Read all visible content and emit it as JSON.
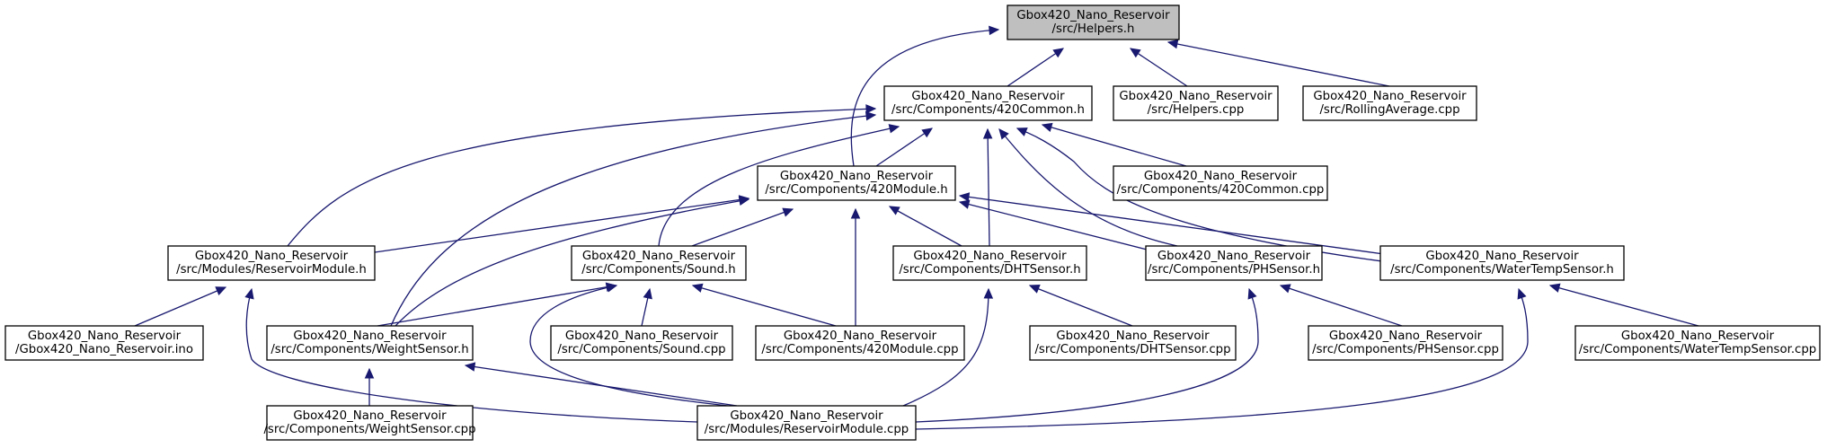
{
  "diagram": {
    "type": "include-dependency-graph",
    "colors": {
      "edge": "#191970",
      "root_fill": "#bfbfbf",
      "node_fill": "#ffffff",
      "border": "#000000"
    },
    "nodes": [
      {
        "id": "helpers_h",
        "root": true,
        "lines": [
          "Gbox420_Nano_Reservoir",
          "/src/Helpers.h"
        ]
      },
      {
        "id": "common_h",
        "lines": [
          "Gbox420_Nano_Reservoir",
          "/src/Components/420Common.h"
        ]
      },
      {
        "id": "helpers_cpp",
        "lines": [
          "Gbox420_Nano_Reservoir",
          "/src/Helpers.cpp"
        ]
      },
      {
        "id": "rolling_cpp",
        "lines": [
          "Gbox420_Nano_Reservoir",
          "/src/RollingAverage.cpp"
        ]
      },
      {
        "id": "module_h",
        "lines": [
          "Gbox420_Nano_Reservoir",
          "/src/Components/420Module.h"
        ]
      },
      {
        "id": "common_cpp",
        "lines": [
          "Gbox420_Nano_Reservoir",
          "/src/Components/420Common.cpp"
        ]
      },
      {
        "id": "resmod_h",
        "lines": [
          "Gbox420_Nano_Reservoir",
          "/src/Modules/ReservoirModule.h"
        ]
      },
      {
        "id": "sound_h",
        "lines": [
          "Gbox420_Nano_Reservoir",
          "/src/Components/Sound.h"
        ]
      },
      {
        "id": "dht_h",
        "lines": [
          "Gbox420_Nano_Reservoir",
          "/src/Components/DHTSensor.h"
        ]
      },
      {
        "id": "ph_h",
        "lines": [
          "Gbox420_Nano_Reservoir",
          "/src/Components/PHSensor.h"
        ]
      },
      {
        "id": "wt_h",
        "lines": [
          "Gbox420_Nano_Reservoir",
          "/src/Components/WaterTempSensor.h"
        ]
      },
      {
        "id": "ino",
        "lines": [
          "Gbox420_Nano_Reservoir",
          "/Gbox420_Nano_Reservoir.ino"
        ]
      },
      {
        "id": "weight_h",
        "lines": [
          "Gbox420_Nano_Reservoir",
          "/src/Components/WeightSensor.h"
        ]
      },
      {
        "id": "sound_cpp",
        "lines": [
          "Gbox420_Nano_Reservoir",
          "/src/Components/Sound.cpp"
        ]
      },
      {
        "id": "module_cpp",
        "lines": [
          "Gbox420_Nano_Reservoir",
          "/src/Components/420Module.cpp"
        ]
      },
      {
        "id": "dht_cpp",
        "lines": [
          "Gbox420_Nano_Reservoir",
          "/src/Components/DHTSensor.cpp"
        ]
      },
      {
        "id": "ph_cpp",
        "lines": [
          "Gbox420_Nano_Reservoir",
          "/src/Components/PHSensor.cpp"
        ]
      },
      {
        "id": "wt_cpp",
        "lines": [
          "Gbox420_Nano_Reservoir",
          "/src/Components/WaterTempSensor.cpp"
        ]
      },
      {
        "id": "weight_cpp",
        "lines": [
          "Gbox420_Nano_Reservoir",
          "/src/Components/WeightSensor.cpp"
        ]
      },
      {
        "id": "resmod_cpp",
        "lines": [
          "Gbox420_Nano_Reservoir",
          "/src/Modules/ReservoirModule.cpp"
        ]
      }
    ],
    "edges": [
      {
        "from": "common_h",
        "to": "helpers_h"
      },
      {
        "from": "helpers_cpp",
        "to": "helpers_h"
      },
      {
        "from": "rolling_cpp",
        "to": "helpers_h"
      },
      {
        "from": "module_h",
        "to": "helpers_h"
      },
      {
        "from": "module_h",
        "to": "common_h"
      },
      {
        "from": "common_cpp",
        "to": "common_h"
      },
      {
        "from": "resmod_h",
        "to": "common_h"
      },
      {
        "from": "sound_h",
        "to": "common_h"
      },
      {
        "from": "dht_h",
        "to": "common_h"
      },
      {
        "from": "ph_h",
        "to": "common_h"
      },
      {
        "from": "wt_h",
        "to": "common_h"
      },
      {
        "from": "weight_h",
        "to": "common_h"
      },
      {
        "from": "resmod_h",
        "to": "module_h"
      },
      {
        "from": "sound_h",
        "to": "module_h"
      },
      {
        "from": "dht_h",
        "to": "module_h"
      },
      {
        "from": "ph_h",
        "to": "module_h"
      },
      {
        "from": "wt_h",
        "to": "module_h"
      },
      {
        "from": "weight_h",
        "to": "module_h"
      },
      {
        "from": "module_cpp",
        "to": "module_h"
      },
      {
        "from": "ino",
        "to": "resmod_h"
      },
      {
        "from": "resmod_cpp",
        "to": "resmod_h"
      },
      {
        "from": "weight_h",
        "to": "sound_h"
      },
      {
        "from": "sound_cpp",
        "to": "sound_h"
      },
      {
        "from": "module_cpp",
        "to": "sound_h"
      },
      {
        "from": "resmod_cpp",
        "to": "sound_h"
      },
      {
        "from": "dht_cpp",
        "to": "dht_h"
      },
      {
        "from": "resmod_cpp",
        "to": "dht_h"
      },
      {
        "from": "ph_cpp",
        "to": "ph_h"
      },
      {
        "from": "resmod_cpp",
        "to": "ph_h"
      },
      {
        "from": "wt_cpp",
        "to": "wt_h"
      },
      {
        "from": "resmod_cpp",
        "to": "wt_h"
      },
      {
        "from": "weight_cpp",
        "to": "weight_h"
      },
      {
        "from": "resmod_cpp",
        "to": "weight_h"
      }
    ]
  }
}
